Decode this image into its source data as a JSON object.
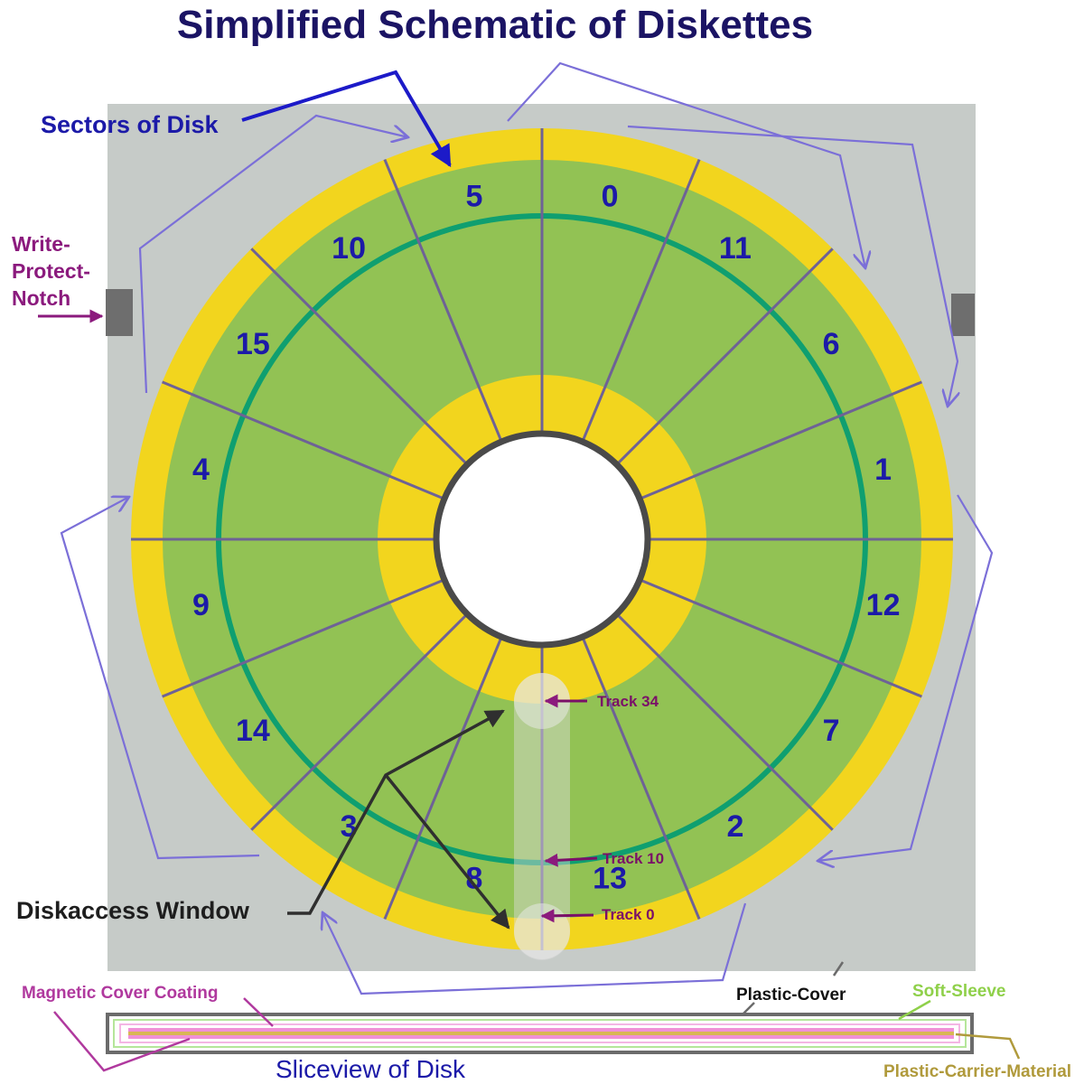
{
  "title": "Simplified Schematic of Diskettes",
  "labels": {
    "sectors_of_disk": "Sectors of Disk",
    "write_protect_line1": "Write-",
    "write_protect_line2": "Protect-",
    "write_protect_line3": "Notch",
    "track_34": "Track 34",
    "track_10": "Track 10",
    "track_0": "Track 0",
    "diskaccess_window": "Diskaccess Window",
    "magnetic_cover_coating": "Magnetic Cover Coating",
    "plastic_cover": "Plastic-Cover",
    "soft_sleeve": "Soft-Sleeve",
    "plastic_carrier_material": "Plastic-Carrier-Material",
    "sliceview_of_disk": "Sliceview of Disk"
  },
  "sectors": [
    "0",
    "11",
    "6",
    "1",
    "12",
    "7",
    "2",
    "13",
    "8",
    "3",
    "14",
    "9",
    "4",
    "15",
    "10",
    "5"
  ],
  "colors": {
    "jacket": "#c6cbc8",
    "outer_ring": "#f2d51e",
    "recording_area": "#92c254",
    "track_10_circle": "#0f9f70",
    "hub_ring": "#f2d51e",
    "hub_hole": "#ffffff",
    "sector_lines": "#6e6296",
    "arrow_lines": "#7b6fd8",
    "title": "#1b1464",
    "sector_numbers": "#1c1aa8",
    "notch": "#6e6e6e"
  }
}
